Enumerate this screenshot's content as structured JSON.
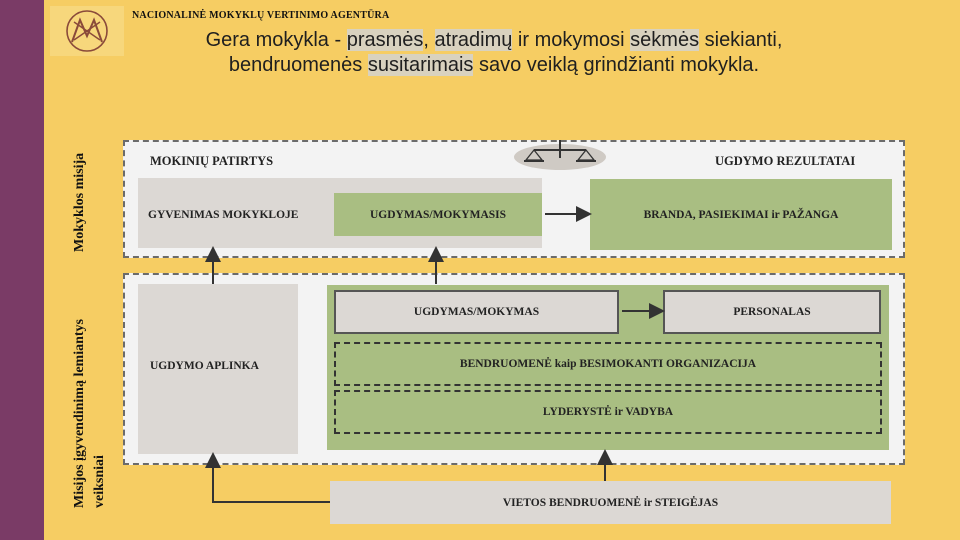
{
  "header": {
    "agency": "NACIONALINĖ MOKYKLŲ VERTINIMO AGENTŪRA",
    "line1_parts": [
      "Gera mokykla - ",
      "prasmės",
      ", ",
      "atradimų",
      " ir mokymosi ",
      "sėkmės",
      " siekianti,"
    ],
    "line2_parts": [
      "bendruomenės ",
      "susitarimais",
      " savo veiklą grindžianti mokykla."
    ]
  },
  "side_labels": {
    "mission": "Mokyklos misija",
    "factors_line1": "Misijos įgyvendinimą lemiantys",
    "factors_line2": "veiksniai"
  },
  "diagram": {
    "student_experience": "MOKINIŲ PATIRTYS",
    "education_results": "UGDYMO REZULTATAI",
    "school_life": "GYVENIMAS MOKYKLOJE",
    "teaching_learning": "UGDYMAS/MOKYMASIS",
    "maturity": "BRANDA, PASIEKIMAI ir PAŽANGA",
    "education_env": "UGDYMO APLINKA",
    "teaching": "UGDYMAS/MOKYMAS",
    "personnel": "PERSONALAS",
    "community_org": "BENDRUOMENĖ kaip BESIMOKANTI ORGANIZACIJA",
    "leadership": "LYDERYSTĖ  ir VADYBA",
    "local_community": "VIETOS BENDRUOMENĖ ir STEIGĖJAS"
  },
  "colors": {
    "background": "#f6cd63",
    "sidebar": "#7a3b66",
    "green": "#a9be82",
    "grey": "#dcd8d4"
  },
  "icons": {
    "logo": "agency-logo-icon",
    "scale": "balance-scale-icon"
  }
}
